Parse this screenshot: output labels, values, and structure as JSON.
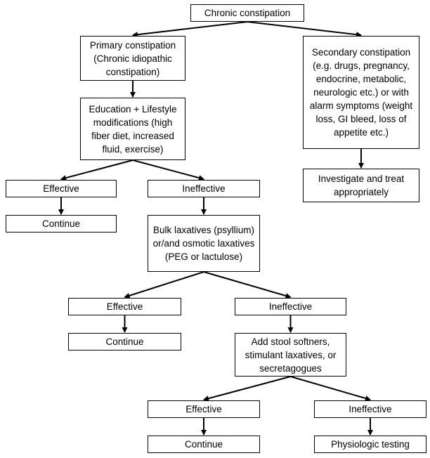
{
  "nodes": {
    "root": "Chronic constipation",
    "primary": "Primary constipation (Chronic idiopathic constipation)",
    "secondary": "Secondary constipation (e.g. drugs, pregnancy, endocrine, metabolic, neurologic etc.) or with alarm symptoms (weight loss, GI bleed, loss of appetite etc.)",
    "investigate": "Investigate and treat appropriately",
    "education": "Education + Lifestyle modifications (high fiber diet, increased fluid, exercise)",
    "effective_1": "Effective",
    "ineffective_1": "Ineffective",
    "continue_1": "Continue",
    "bulk_laxatives": "Bulk laxatives (psyllium) or/and osmotic laxatives (PEG or lactulose)",
    "effective_2": "Effective",
    "ineffective_2": "Ineffective",
    "continue_2": "Continue",
    "stool_softeners": "Add stool softners, stimulant laxatives, or secretagogues",
    "effective_3": "Effective",
    "ineffective_3": "Ineffective",
    "continue_3": "Continue",
    "physiologic_testing": "Physiologic testing"
  },
  "edges": [
    {
      "from": "root",
      "to": "primary"
    },
    {
      "from": "root",
      "to": "secondary"
    },
    {
      "from": "primary",
      "to": "education"
    },
    {
      "from": "secondary",
      "to": "investigate"
    },
    {
      "from": "education",
      "to": "effective_1"
    },
    {
      "from": "education",
      "to": "ineffective_1"
    },
    {
      "from": "effective_1",
      "to": "continue_1"
    },
    {
      "from": "ineffective_1",
      "to": "bulk_laxatives"
    },
    {
      "from": "bulk_laxatives",
      "to": "effective_2"
    },
    {
      "from": "bulk_laxatives",
      "to": "ineffective_2"
    },
    {
      "from": "effective_2",
      "to": "continue_2"
    },
    {
      "from": "ineffective_2",
      "to": "stool_softeners"
    },
    {
      "from": "stool_softeners",
      "to": "effective_3"
    },
    {
      "from": "stool_softeners",
      "to": "ineffective_3"
    },
    {
      "from": "effective_3",
      "to": "continue_3"
    },
    {
      "from": "ineffective_3",
      "to": "physiologic_testing"
    }
  ],
  "colors": {
    "line": "#000000",
    "box_fill": "#ffffff"
  }
}
